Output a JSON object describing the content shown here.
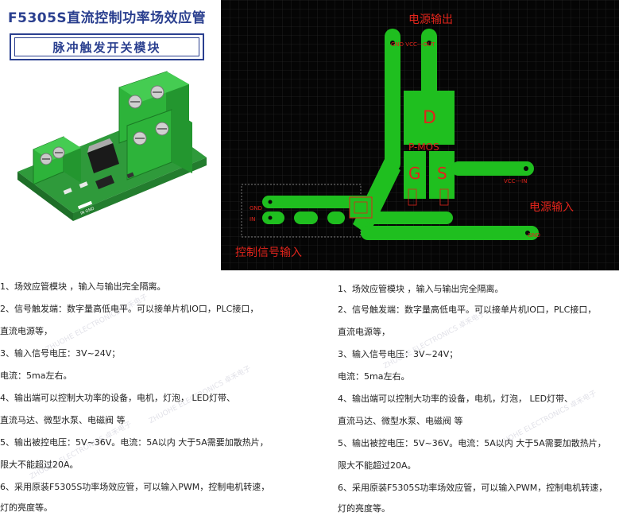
{
  "product": {
    "title": "F5305S直流控制功率场效应管",
    "subtitle": "脉冲触发开关模块"
  },
  "pcb": {
    "output_title": "电源输出",
    "output_pins": "GND    VCC---OUT",
    "d_label": "D",
    "pmos_label": "P-MOS",
    "g_label": "G",
    "s_label": "S",
    "vcc_in_pin": "VCC---IN",
    "power_input": "电源输入",
    "gnd_pin": "GND",
    "control_pin_gnd": "GND",
    "control_pin_in": "IN",
    "control_input": "控制信号输入",
    "colors": {
      "background": "#050505",
      "trace": "#1fbf1f",
      "label": "#e0241b",
      "grid": "#222222"
    }
  },
  "specs_left": [
    "1、场效应管模块 ，输入与输出完全隔离。",
    "2、信号触发端：数字量高低电平。可以接单片机IO口，PLC接口，",
    "   直流电源等，",
    "3、输入信号电压：3V~24V；",
    "   电流：5ma左右。",
    "4、输出端可以控制大功率的设备，电机，灯泡， LED灯带、",
    "   直流马达、微型水泵、电磁阀 等",
    "5、输出被控电压：5V~36V。电流：5A以内  大于5A需要加散热片，",
    "   限大不能超过20A。",
    "6、采用原装F5305S功率场效应管，可以输入PWM，控制电机转速，",
    "   灯的亮度等。"
  ],
  "specs_right": [
    "1、场效应管模块 ，输入与输出完全隔离。",
    "2、信号触发端：数字量高低电平。可以接单片机IO口，PLC接口，",
    "   直流电源等，",
    "3、输入信号电压：3V~24V；",
    "   电流：5ma左右。",
    "4、输出端可以控制大功率的设备，电机，灯泡， LED灯带、",
    "   直流马达、微型水泵、电磁阀 等",
    "5、输出被控电压：5V~36V。电流：5A以内  大于5A需要加散热片，",
    "   限大不能超过20A。",
    "6、采用原装F5305S功率场效应管，可以输入PWM，控制电机转速，",
    "   灯的亮度等。"
  ]
}
